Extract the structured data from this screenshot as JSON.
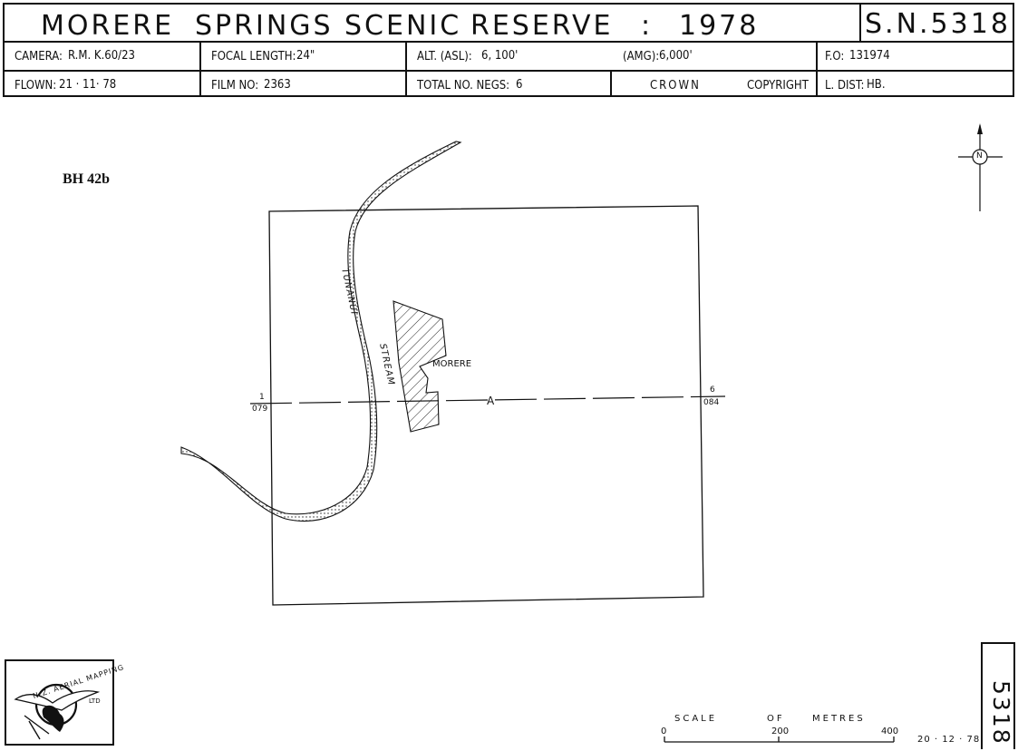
{
  "header": {
    "title_parts": [
      "MORERE",
      "SPRINGS",
      "SCENIC",
      "RESERVE",
      ":",
      "1978"
    ],
    "sheet_number": "S.N.5318",
    "row1": {
      "camera_label": "CAMERA:",
      "camera_value": "R.M. K.60/23",
      "focal_label": "FOCAL LENGTH:",
      "focal_value": "24\"",
      "alt_label": "ALT. (ASL):",
      "alt_value": "6, 100'",
      "amg_label": "(AMG):",
      "amg_value": "6,000'",
      "fo_label": "F.O:",
      "fo_value": "131974"
    },
    "row2": {
      "flown_label": "FLOWN:",
      "flown_value": "21 · 11· 78",
      "film_label": "FILM NO:",
      "film_value": "2363",
      "negs_label": "TOTAL NO. NEGS:",
      "negs_value": "6",
      "crown": "CROWN",
      "copyright": "COPYRIGHT",
      "dist_label": "L. DIST:",
      "dist_value": "HB."
    }
  },
  "map": {
    "ref_label": "BH 42b",
    "stream_words": [
      "TUNANUI",
      "STREAM"
    ],
    "place_label": "MORERE",
    "line_label": "A",
    "left_end": {
      "top": "1",
      "bottom": "079"
    },
    "right_end": {
      "top": "6",
      "bottom": "084"
    },
    "north_label": "N"
  },
  "scale": {
    "words": [
      "SCALE",
      "OF",
      "METRES"
    ],
    "ticks": [
      "0",
      "200",
      "400"
    ]
  },
  "logo": {
    "ring_text": "N.Z. AERIAL MAPPING",
    "sub": "LTD"
  },
  "sheet_box": {
    "number": "5318"
  },
  "date": "20 · 12 · 78"
}
